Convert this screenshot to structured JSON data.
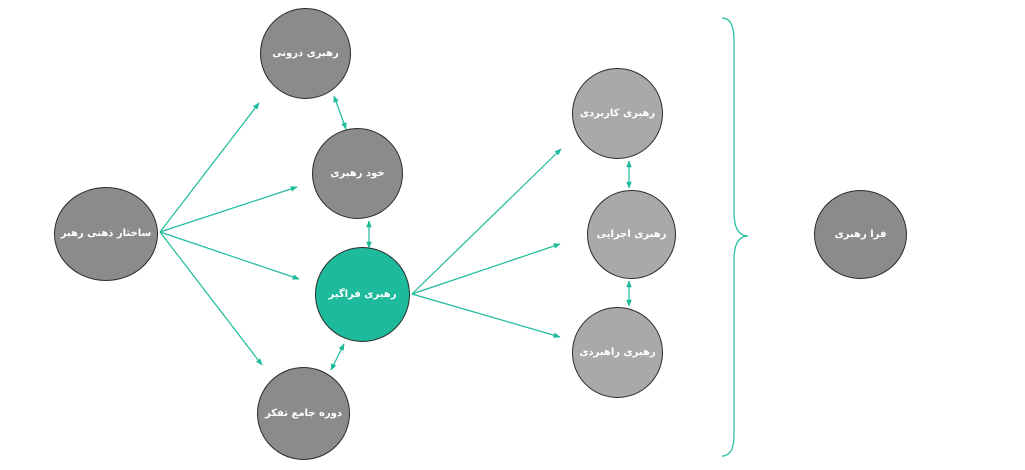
{
  "nodes": {
    "source": "ساختار ذهنی رهبر",
    "inner": "رهبری درونی",
    "self": "خود رهبری",
    "comprehensive": "رهبری فراگیر",
    "course": "دوره جامع تفکر",
    "applied": "رهبری کاربردی",
    "executive": "رهبری اجرایی",
    "strategic": "رهبری راهبردی",
    "meta": "فرا رهبری"
  },
  "colors": {
    "node_dark": "#8b8b8b",
    "node_light": "#a9a9a9",
    "accent": "#1dbb9c",
    "outline": "#2b2b2b",
    "text": "#ffffff"
  }
}
